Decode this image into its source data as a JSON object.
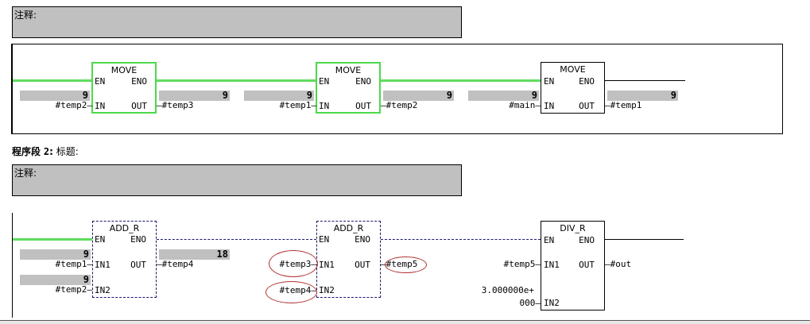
{
  "network1": {
    "comment_label": "注释:",
    "blocks": [
      {
        "title": "MOVE",
        "en": "EN",
        "eno": "ENO",
        "in_pin": "IN",
        "out_pin": "OUT",
        "in_operand": "#temp2",
        "in_value": "9",
        "out_operand": "#temp3",
        "out_value": "9",
        "state": "active"
      },
      {
        "title": "MOVE",
        "en": "EN",
        "eno": "ENO",
        "in_pin": "IN",
        "out_pin": "OUT",
        "in_operand": "#temp1",
        "in_value": "9",
        "out_operand": "#temp2",
        "out_value": "9",
        "state": "active"
      },
      {
        "title": "MOVE",
        "en": "EN",
        "eno": "ENO",
        "in_pin": "IN",
        "out_pin": "OUT",
        "in_operand": "#main",
        "in_value": "9",
        "out_operand": "#temp1",
        "out_value": "9",
        "state": "inactive"
      }
    ]
  },
  "network2": {
    "heading_prefix": "程序段",
    "heading_number": "2",
    "heading_sep": ":",
    "heading_title": "标题:",
    "comment_label": "注释:",
    "blocks": [
      {
        "title": "ADD_R",
        "en": "EN",
        "eno": "ENO",
        "in1_pin": "IN1",
        "in2_pin": "IN2",
        "out_pin": "OUT",
        "in1_operand": "#temp1",
        "in1_value": "9",
        "in2_operand": "#temp2",
        "in2_value": "9",
        "out_operand": "#temp4",
        "out_value": "18",
        "state": "not-executed"
      },
      {
        "title": "ADD_R",
        "en": "EN",
        "eno": "ENO",
        "in1_pin": "IN1",
        "in2_pin": "IN2",
        "out_pin": "OUT",
        "in1_operand": "#temp3",
        "in2_operand": "#temp4",
        "out_operand": "#temp5",
        "state": "not-executed",
        "highlighted": [
          "#temp3",
          "#temp4",
          "#temp5"
        ]
      },
      {
        "title": "DIV_R",
        "en": "EN",
        "eno": "ENO",
        "in1_pin": "IN1",
        "in2_pin": "IN2",
        "out_pin": "OUT",
        "in1_operand": "#temp5",
        "in2_operand_line1": "3.000000e+",
        "in2_operand_line2": "000",
        "out_operand": "#out",
        "state": "inactive"
      }
    ]
  },
  "colors": {
    "power_flow": "#5fdc5f",
    "comment_bg": "#c0c0c0",
    "dashed_wire": "#1a1a6e",
    "highlight_oval": "#b03030"
  }
}
